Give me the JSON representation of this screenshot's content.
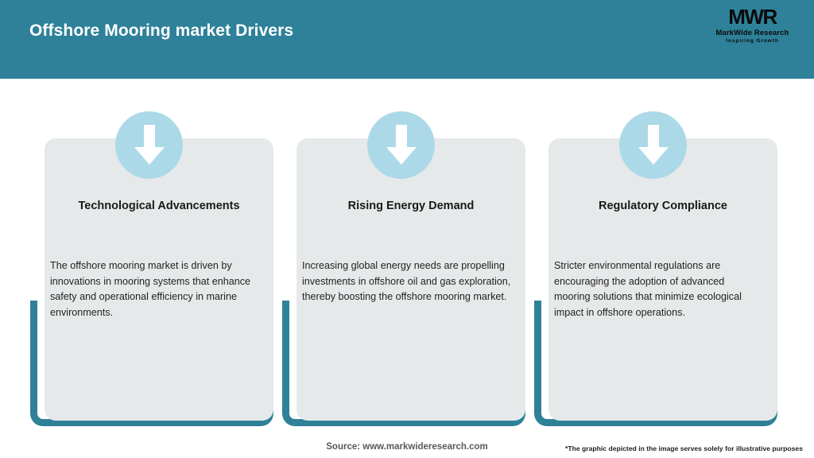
{
  "header": {
    "title": "Offshore Mooring market Drivers",
    "bg_color": "#2E8199",
    "logo": {
      "mark": "MWR",
      "name": "MarkWide Research",
      "tagline": "Inspiring Growth"
    }
  },
  "colors": {
    "accent_teal": "#2E8199",
    "icon_circle": "#ACD9E8",
    "card_gray": "#E6E9EA",
    "title_text": "#1a1a1a",
    "body_text": "#231f20",
    "footer_text": "#58595b"
  },
  "cards": [
    {
      "icon": "arrow-down-icon",
      "title": "Technological Advancements",
      "text": "The offshore mooring market is driven by innovations in mooring systems that enhance safety and operational efficiency in marine environments."
    },
    {
      "icon": "arrow-down-icon",
      "title": "Rising Energy Demand",
      "text": "Increasing global energy needs are propelling investments in offshore oil and gas exploration, thereby boosting the offshore mooring market."
    },
    {
      "icon": "arrow-down-icon",
      "title": "Regulatory Compliance",
      "text": "Stricter environmental regulations are encouraging the adoption of advanced mooring solutions that minimize ecological impact in offshore operations."
    }
  ],
  "footer": {
    "source": "Source: www.markwideresearch.com",
    "disclaimer": "*The graphic depicted in the image serves solely for illustrative purposes"
  }
}
